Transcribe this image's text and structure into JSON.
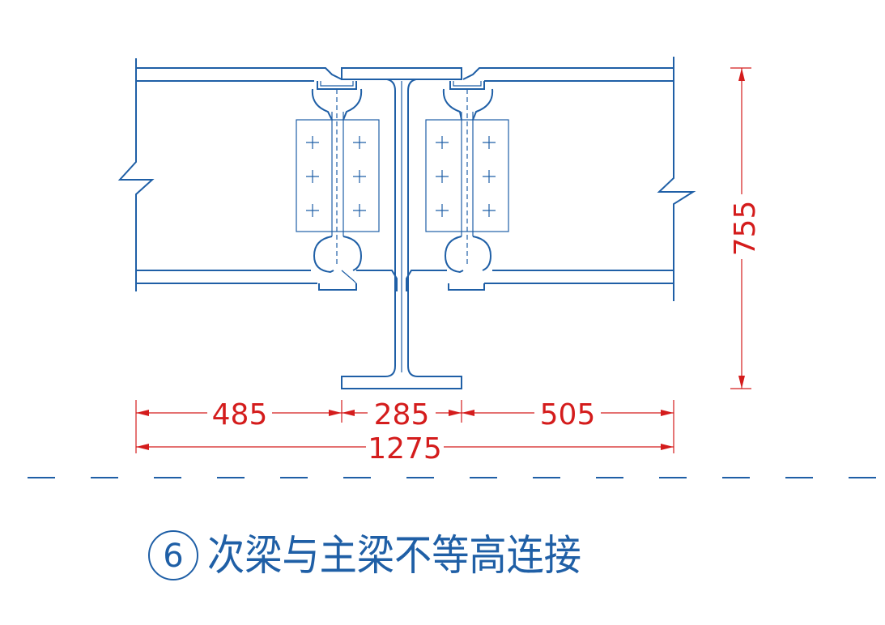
{
  "diagram": {
    "title_number": "6",
    "title_text": "次梁与主梁不等高连接",
    "dimensions": {
      "left_span": "485",
      "middle_span": "285",
      "right_span": "505",
      "overall_span": "1275",
      "height": "755"
    },
    "colors": {
      "steel": "#1f5fa6",
      "dimension": "#d41c1c"
    }
  }
}
